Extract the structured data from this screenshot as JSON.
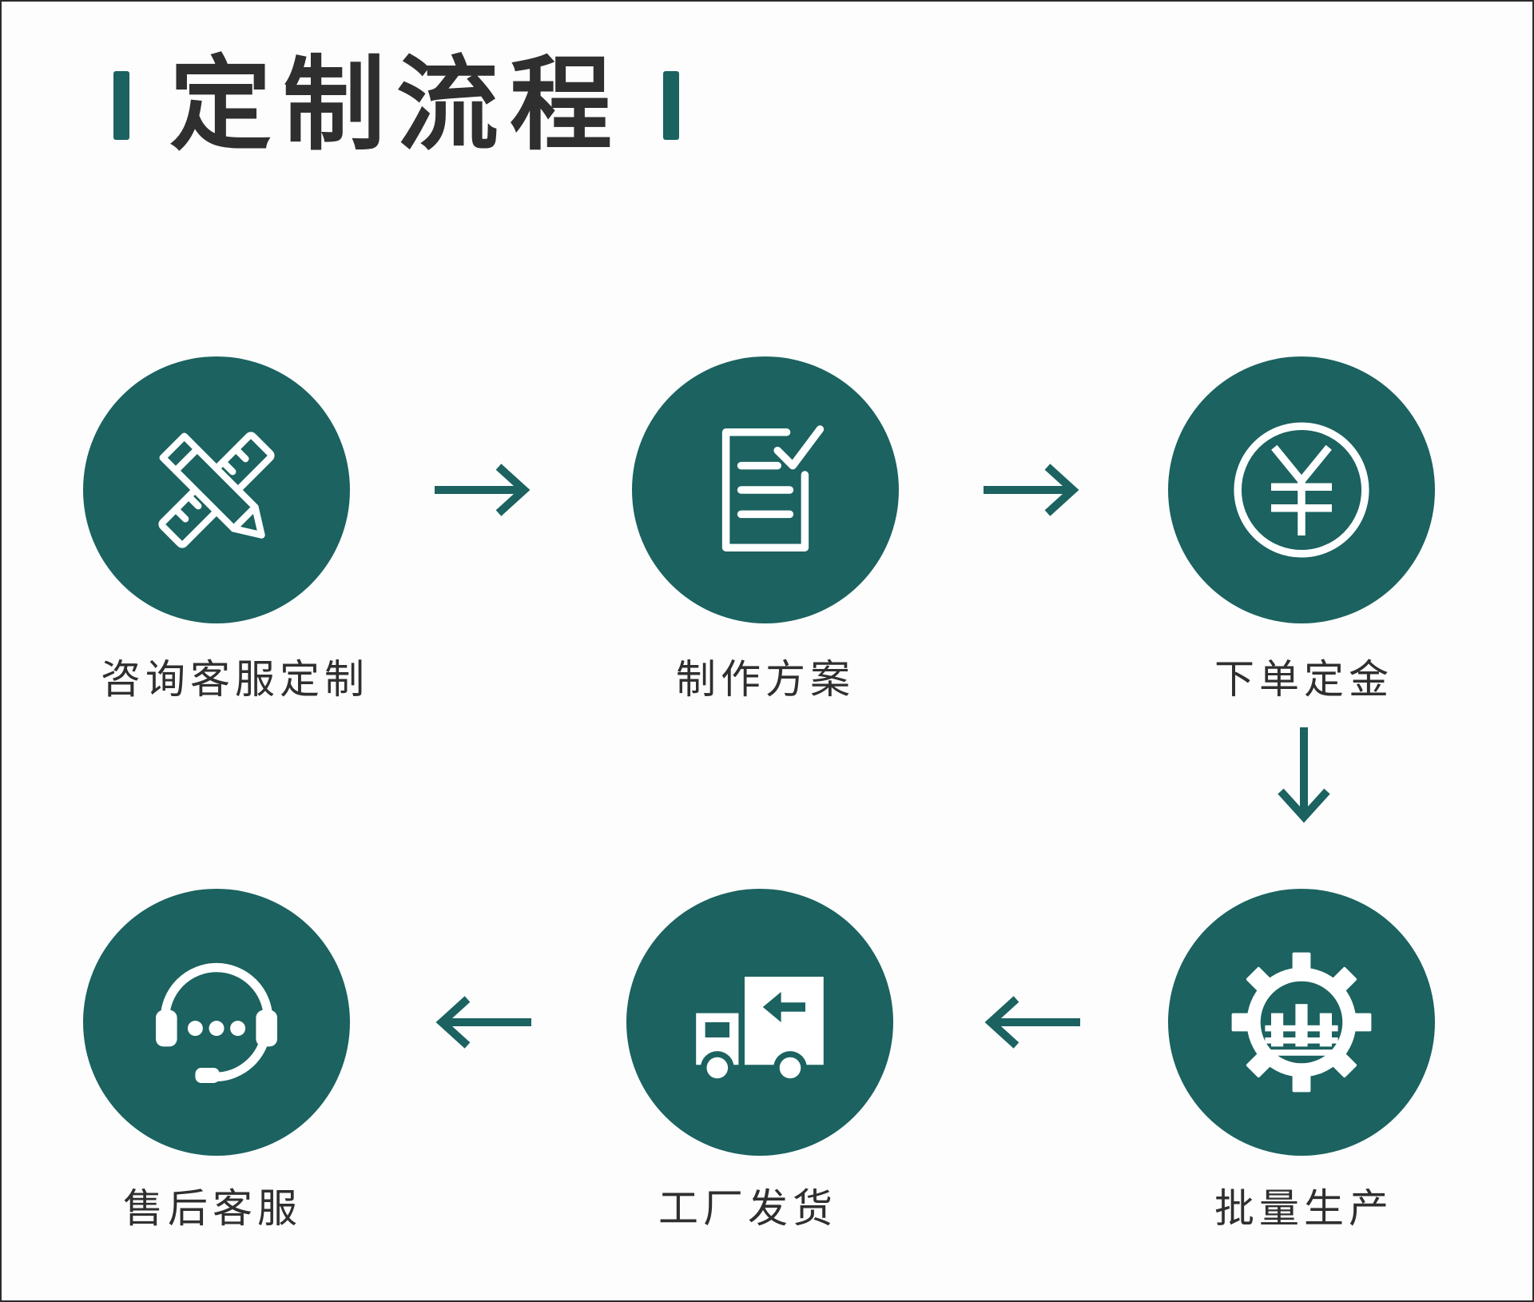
{
  "title": "定制流程",
  "colors": {
    "accent": "#1b6260",
    "text": "#2f2f2f",
    "background": "#fdfdfd"
  },
  "steps": [
    {
      "label": "咨询客服定制",
      "icon": "pencil-ruler-icon"
    },
    {
      "label": "制作方案",
      "icon": "document-check-icon"
    },
    {
      "label": "下单定金",
      "icon": "yen-coin-icon"
    },
    {
      "label": "批量生产",
      "icon": "gear-factory-icon"
    },
    {
      "label": "工厂发货",
      "icon": "delivery-truck-icon"
    },
    {
      "label": "售后客服",
      "icon": "headset-chat-icon"
    }
  ],
  "arrows": [
    "right",
    "right",
    "down",
    "left",
    "left"
  ]
}
